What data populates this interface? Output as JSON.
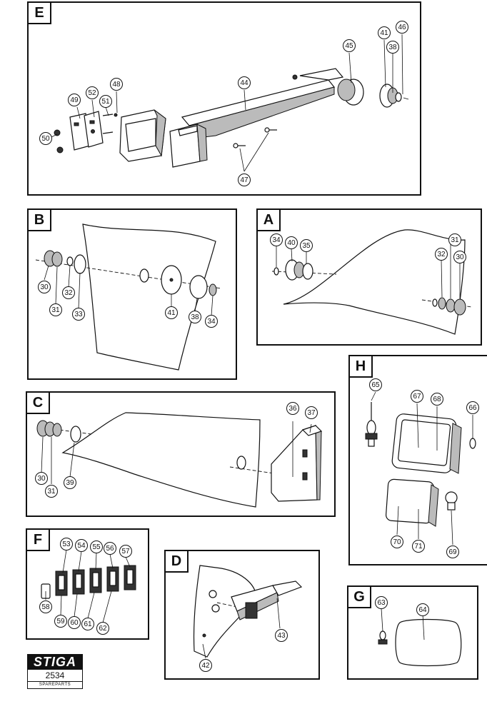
{
  "panels": {
    "E": {
      "label": "E",
      "callouts": [
        "44",
        "45",
        "41",
        "46",
        "38",
        "48",
        "49",
        "52",
        "51",
        "50",
        "47"
      ]
    },
    "B": {
      "label": "B",
      "callouts": [
        "30",
        "31",
        "32",
        "33",
        "41",
        "38",
        "34"
      ]
    },
    "A": {
      "label": "A",
      "callouts": [
        "34",
        "40",
        "35",
        "31",
        "32",
        "30"
      ]
    },
    "H": {
      "label": "H",
      "callouts": [
        "65",
        "67",
        "68",
        "66",
        "70",
        "71",
        "69"
      ]
    },
    "C": {
      "label": "C",
      "callouts": [
        "36",
        "37",
        "30",
        "31",
        "39"
      ]
    },
    "F": {
      "label": "F",
      "callouts": [
        "53",
        "54",
        "55",
        "56",
        "57",
        "58",
        "59",
        "60",
        "61",
        "62"
      ]
    },
    "D": {
      "label": "D",
      "callouts": [
        "42",
        "43"
      ]
    },
    "G": {
      "label": "G",
      "callouts": [
        "63",
        "64"
      ]
    }
  },
  "logo": {
    "brand": "STIGA",
    "code": "2534",
    "subtitle": "SPAREPARTS"
  }
}
